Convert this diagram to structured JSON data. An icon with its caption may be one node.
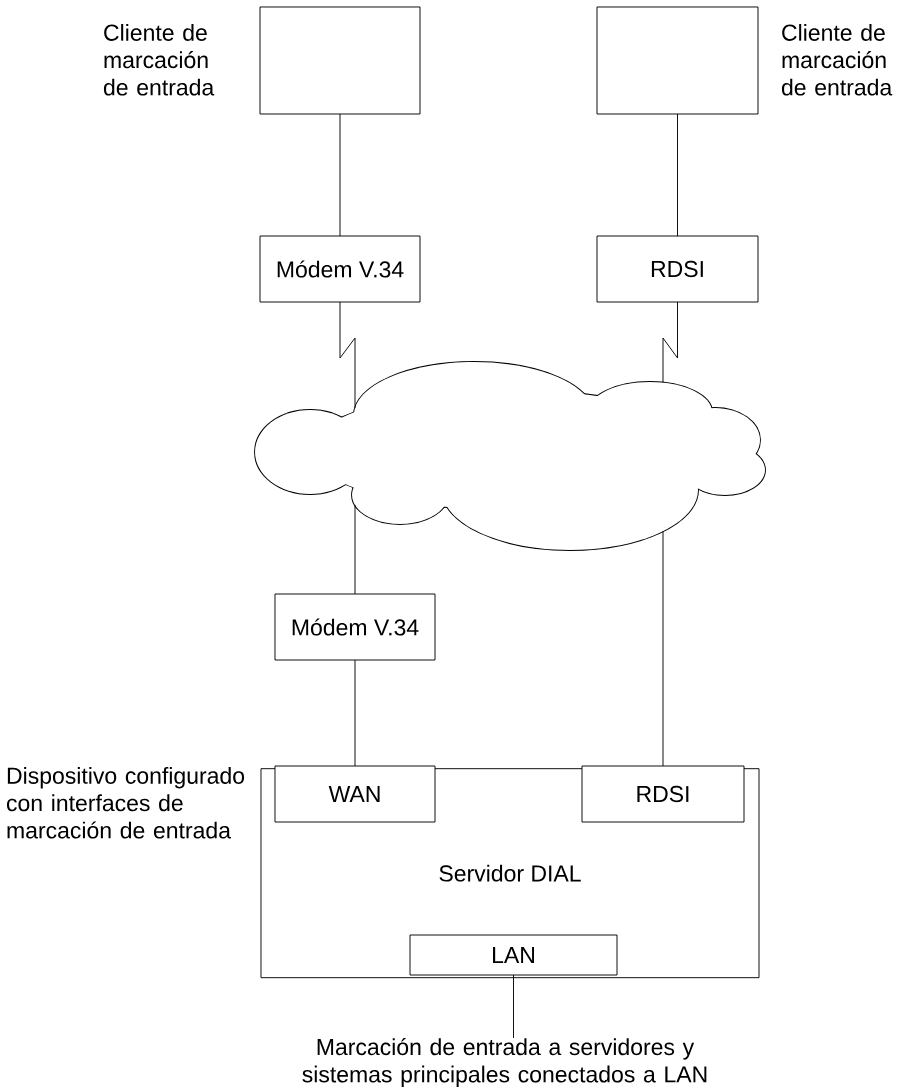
{
  "diagram": {
    "nodes": [
      {
        "text": [],
        "shape": "box",
        "beside": [
          "Cliente de marcación de entrada"
        ]
      },
      {
        "text": [],
        "shape": "box",
        "beside": [
          "Cliente de marcación de entrada"
        ]
      },
      {
        "text": [
          "Módem V.34"
        ]
      },
      {
        "text": [
          "RDSI"
        ]
      },
      {
        "text": [],
        "shape": "cloud"
      },
      {
        "text": [
          "Módem V.34"
        ]
      },
      {
        "text": [
          "Servidor DIAL"
        ],
        "beside": [
          "Dispositivo configurado con interfaces de marcación de entrada"
        ]
      },
      {
        "text": [
          "WAN"
        ],
        "in": 6
      },
      {
        "text": [
          "RDSI"
        ],
        "in": 6
      },
      {
        "text": [
          "LAN"
        ],
        "in": 6
      },
      {
        "text": [
          "Marcación de entrada a servidores y sistemas principales conectados a LAN"
        ]
      }
    ],
    "edges": [
      {
        "from": 0,
        "to": 2,
        "arrow": "none"
      },
      {
        "from": 1,
        "to": 3,
        "arrow": "none"
      },
      {
        "from": 2,
        "to": 4,
        "arrow": "none"
      },
      {
        "from": 3,
        "to": 4,
        "arrow": "none"
      },
      {
        "from": 4,
        "to": 5,
        "arrow": "none"
      },
      {
        "from": 4,
        "to": 8,
        "arrow": "none"
      },
      {
        "from": 5,
        "to": 7,
        "arrow": "none"
      },
      {
        "from": 9,
        "to": 10,
        "arrow": "none"
      }
    ]
  }
}
